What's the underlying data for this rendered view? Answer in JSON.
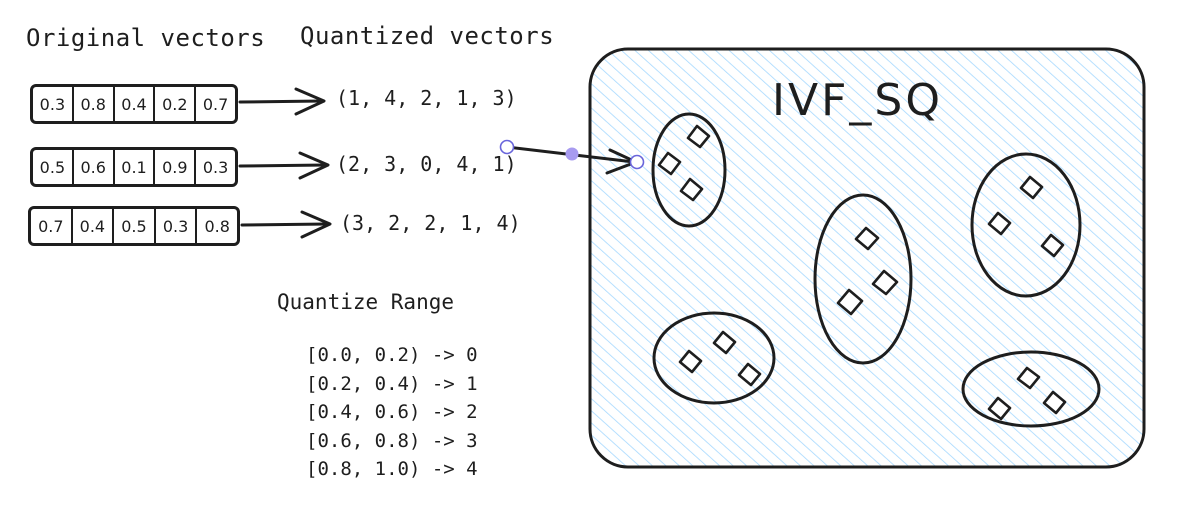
{
  "headings": {
    "original": "Original vectors",
    "quantized": "Quantized vectors",
    "range_title": "Quantize Range",
    "index_name": "IVF_SQ"
  },
  "vectors": [
    [
      "0.3",
      "0.8",
      "0.4",
      "0.2",
      "0.7"
    ],
    [
      "0.5",
      "0.6",
      "0.1",
      "0.9",
      "0.3"
    ],
    [
      "0.7",
      "0.4",
      "0.5",
      "0.3",
      "0.8"
    ]
  ],
  "quantized": [
    "(1, 4, 2, 1, 3)",
    "(2, 3, 0, 4, 1)",
    "(3, 2, 2, 1, 4)"
  ],
  "ranges": [
    "[0.0, 0.2) -> 0",
    "[0.2, 0.4) -> 1",
    "[0.4, 0.6) -> 2",
    "[0.6, 0.8) -> 3",
    "[0.8, 1.0) -> 4"
  ],
  "colors": {
    "ink": "#1e1e1e",
    "hatch": "#a5d8ff",
    "handle": "#6965db",
    "handle_fill": "#a89bf0"
  }
}
